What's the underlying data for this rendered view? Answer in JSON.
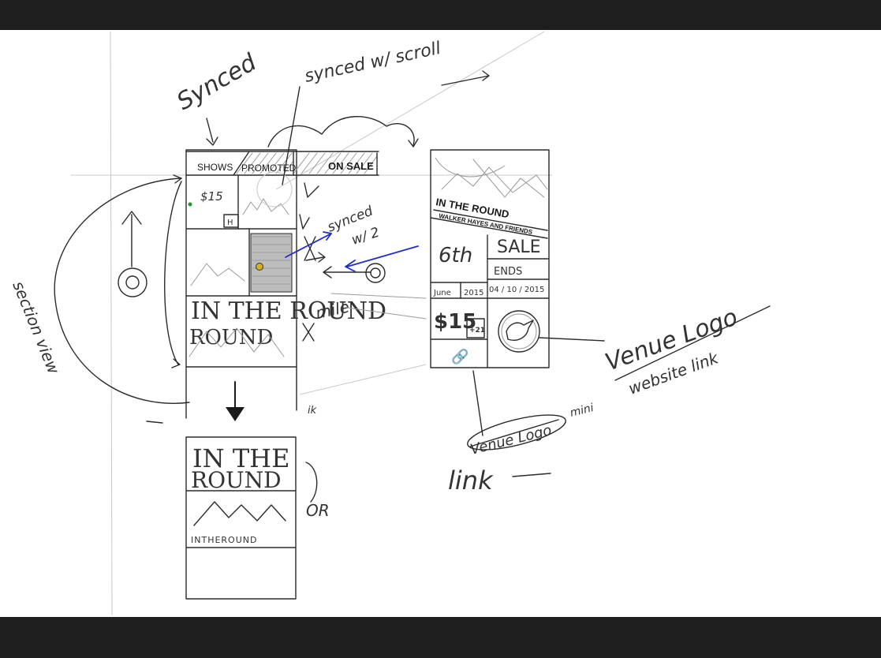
{
  "notes": {
    "synced": "Synced",
    "synced_scroll": "synced w/ scroll",
    "synced_blue_1": "synced",
    "synced_blue_2": "w/ 2",
    "section_view": "section view",
    "mile": "mile",
    "or": "OR",
    "venue_logo": "Venue Logo",
    "website_link": "website link",
    "mini": "mini",
    "venue_logo_crossed": "Venue Logo",
    "link": "link",
    "ik": "ik"
  },
  "phone_left": {
    "tabs": {
      "shows": "SHOWS",
      "promoted": "PROMOTED",
      "on_sale": "ON SALE"
    },
    "price": "$15",
    "badge": "H",
    "tile_title": "IN THE ROUND",
    "tile_sub": "ROUND"
  },
  "phone_bottom": {
    "title_line1": "IN THE",
    "title_line2": "ROUND",
    "caption": "INTHEROUND"
  },
  "detail_card": {
    "title": "IN THE ROUND",
    "subtitle": "WALKER HAYES AND FRIENDS",
    "date_day": "6th",
    "date_month": "June",
    "date_year": "2015",
    "sale": "SALE",
    "ends": "ENDS",
    "ends_date": "04 / 10 / 2015",
    "price": "$15",
    "age": "+21"
  },
  "colors": {
    "ink": "#2b2b2b",
    "blue_ink": "#1f2ec8",
    "green_dot": "#1a9a1a",
    "yellow_dot": "#d4b21c",
    "frame": "#1e1e1e"
  }
}
